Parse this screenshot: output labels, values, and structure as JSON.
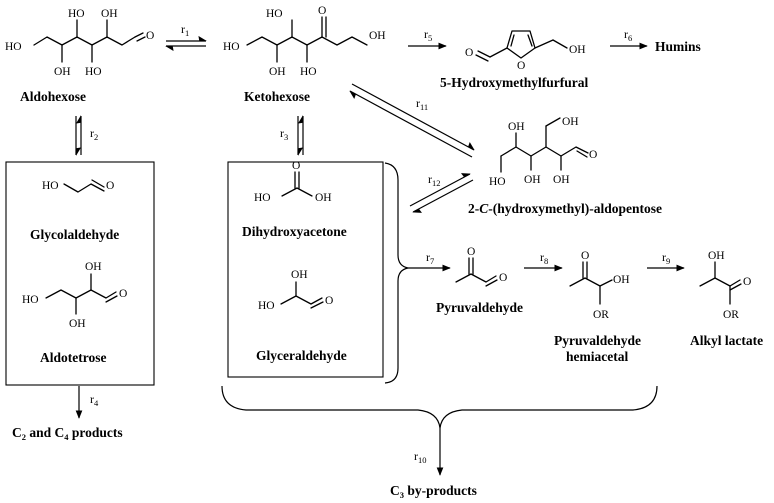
{
  "compounds": {
    "aldohexose": "Aldohexose",
    "ketohexose": "Ketohexose",
    "hmf": "5-Hydroxymethylfurfural",
    "humins": "Humins",
    "aldopentose": {
      "prefix": "2-",
      "italic": "C",
      "suffix": "-(hydroxymethyl)-aldopentose"
    },
    "glycolaldehyde": "Glycolaldehyde",
    "aldotetrose": "Aldotetrose",
    "dihydroxyacetone": "Dihydroxyacetone",
    "glyceraldehyde": "Glyceraldehyde",
    "pyruvaldehyde": "Pyruvaldehyde",
    "hemiacetal_line1": "Pyruvaldehyde",
    "hemiacetal_line2": "hemiacetal",
    "alkyl_lactate": "Alkyl lactate",
    "c2c4": {
      "a": "C",
      "a_sub": "2",
      "b": " and C",
      "b_sub": "4",
      "c": " products"
    },
    "c3": {
      "a": "C",
      "a_sub": "3",
      "b": " by-products"
    }
  },
  "reactions": [
    {
      "label": "r",
      "sub": "1"
    },
    {
      "label": "r",
      "sub": "2"
    },
    {
      "label": "r",
      "sub": "3"
    },
    {
      "label": "r",
      "sub": "4"
    },
    {
      "label": "r",
      "sub": "5"
    },
    {
      "label": "r",
      "sub": "6"
    },
    {
      "label": "r",
      "sub": "7"
    },
    {
      "label": "r",
      "sub": "8"
    },
    {
      "label": "r",
      "sub": "9"
    },
    {
      "label": "r",
      "sub": "10"
    },
    {
      "label": "r",
      "sub": "11"
    },
    {
      "label": "r",
      "sub": "12"
    }
  ],
  "atoms": {
    "ho": "HO",
    "oh": "OH",
    "o": "O",
    "or": "OR"
  }
}
